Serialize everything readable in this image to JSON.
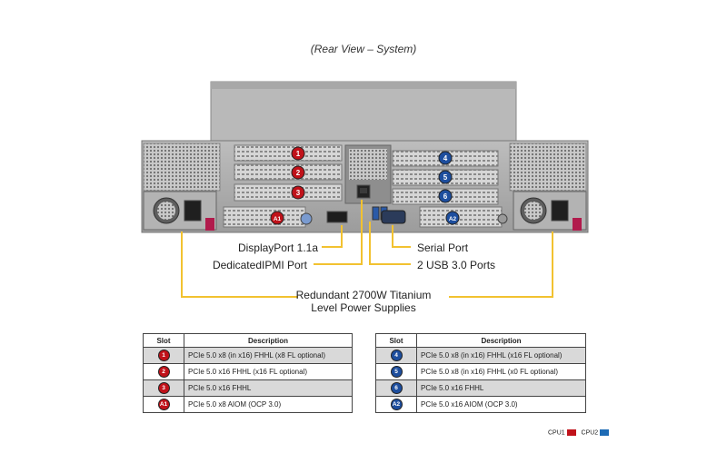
{
  "caption": "(Rear View – System)",
  "callouts": {
    "displayport": "DisplayPort 1.1a",
    "ipmi": "DedicatedIPMI  Port",
    "serial": "Serial Port",
    "usb": "2 USB 3.0 Ports",
    "psu_line1": "Redundant  2700W Titanium",
    "psu_line2": "Level Power Supplies"
  },
  "colors": {
    "cpu1": "#c0121a",
    "cpu2": "#1d4e9e",
    "callout_line": "#f2c230"
  },
  "slot_badges": {
    "cpu1": [
      "1",
      "2",
      "3",
      "A1"
    ],
    "cpu2": [
      "4",
      "5",
      "6",
      "A2"
    ]
  },
  "table_headers": {
    "slot": "Slot",
    "description": "Description"
  },
  "table_left": [
    {
      "slot": "1",
      "description": "PCIe 5.0 x8 (in x16) FHHL  (x8 FL optional)",
      "cpu": "cpu1"
    },
    {
      "slot": "2",
      "description": "PCIe 5.0 x16 FHHL (x16 FL optional)",
      "cpu": "cpu1"
    },
    {
      "slot": "3",
      "description": "PCIe 5.0 x16 FHHL",
      "cpu": "cpu1"
    },
    {
      "slot": "A1",
      "description": "PCIe 5.0 x8 AIOM (OCP 3.0)",
      "cpu": "cpu1"
    }
  ],
  "table_right": [
    {
      "slot": "4",
      "description": "PCIe 5.0 x8 (in x16) FHHL (x16 FL optional)",
      "cpu": "cpu2"
    },
    {
      "slot": "5",
      "description": "PCIe 5.0 x8 (in x16) FHHL (x0 FL optional)",
      "cpu": "cpu2"
    },
    {
      "slot": "6",
      "description": "PCIe 5.0 x16 FHHL",
      "cpu": "cpu2"
    },
    {
      "slot": "A2",
      "description": "PCIe 5.0 x16 AIOM (OCP 3.0)",
      "cpu": "cpu2"
    }
  ],
  "legend": {
    "cpu1": "CPU1",
    "cpu2": "CPU2"
  }
}
